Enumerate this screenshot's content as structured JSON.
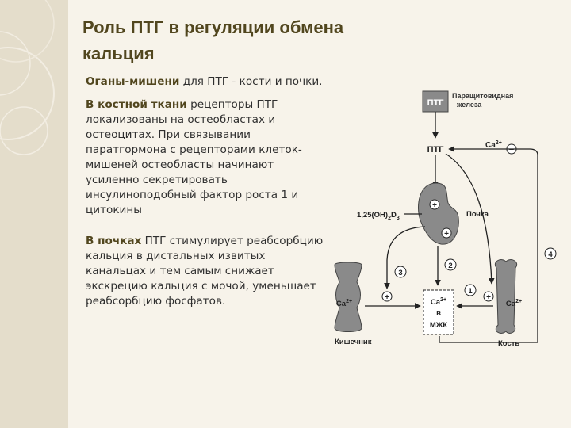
{
  "slide": {
    "title_line1": "Роль ПТГ в регуляции обмена",
    "title_line2": "кальция",
    "paragraphs": [
      {
        "highlight": "Оганы-мишени",
        "text": " для ПТГ - кости и почки."
      },
      {
        "highlight": "В костной ткани",
        "text": " рецепторы ПТГ локализованы на остеобластах и остеоцитах. При связывании паратгормона с рецепторами клеток-мишеней остеобласты начинают усиленно секретировать инсулиноподобный фактор роста 1 и цитокины"
      },
      {
        "highlight": "В почках",
        "text": " ПТГ стимулирует реабсорбцию кальция в дистальных извитых канальцах и тем самым снижает экскрецию кальция с мочой, уменьшает реабсорбцию фосфатов."
      }
    ]
  },
  "diagram": {
    "pth_box": "ПТГ",
    "gland_label_1": "Паращитовидная",
    "gland_label_2": "железа",
    "pth_label": "ПТГ",
    "ca_feedback_base": "Ca",
    "ca_feedback_sup": "2+",
    "minus_sign": "−",
    "vitd_prefix": "1,25(OH)",
    "vitd_sub1": "2",
    "vitd_mid": "D",
    "vitd_sub2": "3",
    "kidney_label": "Почка",
    "plus_sign": "+",
    "num_1": "1",
    "num_2": "2",
    "num_3": "3",
    "num_4": "4",
    "ecf_ca_base": "Ca",
    "ecf_ca_sup": "2+",
    "ecf_in": "в",
    "ecf_abbr": "МЖК",
    "intestine_ca_base": "Ca",
    "intestine_ca_sup": "2+",
    "intestine_label": "Кишечник",
    "bone_ca_base": "Ca",
    "bone_ca_sup": "2+",
    "bone_label": "Кость"
  },
  "colors": {
    "title": "#51461e",
    "accent_panel": "#e4ddcb",
    "background": "#f7f3ea",
    "diagram_fill": "#8a8a8a"
  }
}
